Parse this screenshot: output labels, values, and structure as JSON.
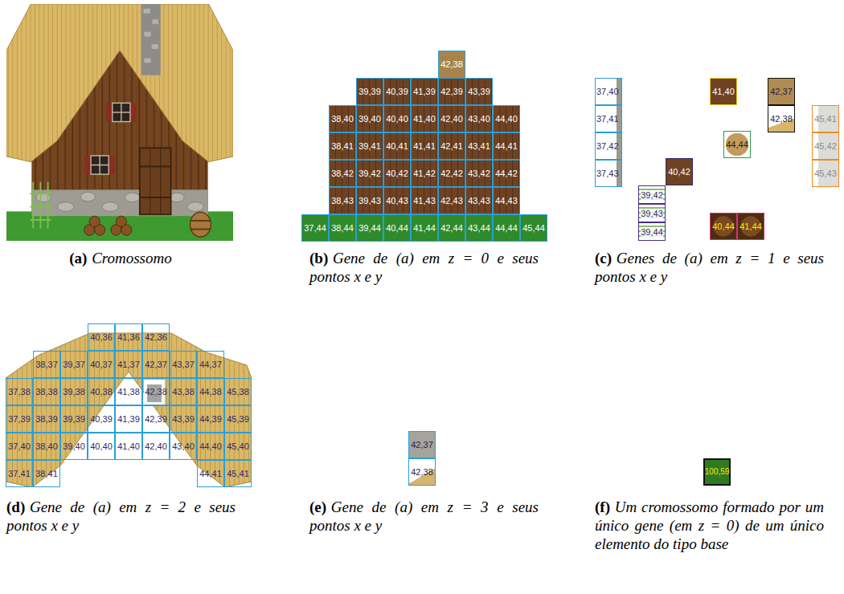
{
  "diagram": {
    "nodes": [
      {
        "text": [
          "42,38"
        ]
      },
      {
        "text": [
          "39,39"
        ]
      },
      {
        "text": [
          "40,39"
        ]
      },
      {
        "text": [
          "41,39"
        ]
      },
      {
        "text": [
          "42,39"
        ]
      },
      {
        "text": [
          "43,39"
        ]
      },
      {
        "text": [
          "38,40"
        ]
      },
      {
        "text": [
          "39,40"
        ]
      },
      {
        "text": [
          "40,40"
        ]
      },
      {
        "text": [
          "41,40"
        ]
      },
      {
        "text": [
          "42,40"
        ]
      },
      {
        "text": [
          "43,40"
        ]
      },
      {
        "text": [
          "44,40"
        ]
      },
      {
        "text": [
          "38,41"
        ]
      },
      {
        "text": [
          "39,41"
        ]
      },
      {
        "text": [
          "40,41"
        ]
      },
      {
        "text": [
          "41,41"
        ]
      },
      {
        "text": [
          "42,41"
        ]
      },
      {
        "text": [
          "43,41"
        ]
      },
      {
        "text": [
          "44,41"
        ]
      },
      {
        "text": [
          "38,42"
        ]
      },
      {
        "text": [
          "39,42"
        ]
      },
      {
        "text": [
          "40,42"
        ]
      },
      {
        "text": [
          "41,42"
        ]
      },
      {
        "text": [
          "42,42"
        ]
      },
      {
        "text": [
          "43,42"
        ]
      },
      {
        "text": [
          "44,42"
        ]
      },
      {
        "text": [
          "38,43"
        ]
      },
      {
        "text": [
          "39,43"
        ]
      },
      {
        "text": [
          "40,43"
        ]
      },
      {
        "text": [
          "41,43"
        ]
      },
      {
        "text": [
          "42,43"
        ]
      },
      {
        "text": [
          "43,43"
        ]
      },
      {
        "text": [
          "44,43"
        ]
      },
      {
        "text": [
          "37,44"
        ]
      },
      {
        "text": [
          "38,44"
        ]
      },
      {
        "text": [
          "39,44"
        ]
      },
      {
        "text": [
          "40,44"
        ]
      },
      {
        "text": [
          "41,44"
        ]
      },
      {
        "text": [
          "42,44"
        ]
      },
      {
        "text": [
          "43,44"
        ]
      },
      {
        "text": [
          "44,44"
        ]
      },
      {
        "text": [
          "45,44"
        ]
      },
      {
        "text": [
          "37,40"
        ]
      },
      {
        "text": [
          "37,41"
        ]
      },
      {
        "text": [
          "37,42"
        ]
      },
      {
        "text": [
          "37,43"
        ]
      },
      {
        "text": [
          "41,40"
        ]
      },
      {
        "text": [
          "42,37"
        ]
      },
      {
        "text": [
          "42,38"
        ]
      },
      {
        "text": [
          "44,44"
        ]
      },
      {
        "text": [
          "45,41"
        ]
      },
      {
        "text": [
          "45,42"
        ]
      },
      {
        "text": [
          "45,43"
        ]
      },
      {
        "text": [
          "40,42"
        ]
      },
      {
        "text": [
          "39,42"
        ]
      },
      {
        "text": [
          "39,43"
        ]
      },
      {
        "text": [
          "39,44"
        ]
      },
      {
        "text": [
          "40,44"
        ]
      },
      {
        "text": [
          "41,44"
        ]
      },
      {
        "text": [
          "40,36"
        ]
      },
      {
        "text": [
          "41,36"
        ]
      },
      {
        "text": [
          "42,36"
        ]
      },
      {
        "text": [
          "38,37"
        ]
      },
      {
        "text": [
          "39,37"
        ]
      },
      {
        "text": [
          "40,37"
        ]
      },
      {
        "text": [
          "41,37"
        ]
      },
      {
        "text": [
          "42,37"
        ]
      },
      {
        "text": [
          "43,37"
        ]
      },
      {
        "text": [
          "44,37"
        ]
      },
      {
        "text": [
          "37,38"
        ]
      },
      {
        "text": [
          "38,38"
        ]
      },
      {
        "text": [
          "39,38"
        ]
      },
      {
        "text": [
          "40,38"
        ]
      },
      {
        "text": [
          "41,38"
        ]
      },
      {
        "text": [
          "42,38"
        ]
      },
      {
        "text": [
          "43,38"
        ]
      },
      {
        "text": [
          "44,38"
        ]
      },
      {
        "text": [
          "45,38"
        ]
      },
      {
        "text": [
          "37,39"
        ]
      },
      {
        "text": [
          "38,39"
        ]
      },
      {
        "text": [
          "39,39"
        ]
      },
      {
        "text": [
          "40,39"
        ]
      },
      {
        "text": [
          "41,39"
        ]
      },
      {
        "text": [
          "42,39"
        ]
      },
      {
        "text": [
          "43,39"
        ]
      },
      {
        "text": [
          "44,39"
        ]
      },
      {
        "text": [
          "45,39"
        ]
      },
      {
        "text": [
          "37,40"
        ]
      },
      {
        "text": [
          "38,40"
        ]
      },
      {
        "text": [
          "39,40"
        ]
      },
      {
        "text": [
          "40,40"
        ]
      },
      {
        "text": [
          "41,40"
        ]
      },
      {
        "text": [
          "42,40"
        ]
      },
      {
        "text": [
          "43,40"
        ]
      },
      {
        "text": [
          "44,40"
        ]
      },
      {
        "text": [
          "45,40"
        ]
      },
      {
        "text": [
          "37,41"
        ]
      },
      {
        "text": [
          "38,41"
        ]
      },
      {
        "text": [
          "44,41"
        ]
      },
      {
        "text": [
          "45,41"
        ]
      },
      {
        "text": [
          "42,37"
        ]
      },
      {
        "text": [
          "42,38"
        ]
      },
      {
        "text": [
          "100,59"
        ]
      }
    ],
    "labels": [
      "(a)",
      "Cromossomo",
      "(b)",
      "Gene de (a) em z = 0 e seus pontos x e y",
      "(c)",
      "Genes de (a) em z = 1 e seus pontos x e y",
      "(d)",
      "Gene de (a) em z = 2 e seus pontos x e y",
      "(e)",
      "Gene de (a) em z = 3 e seus pontos x e y",
      "(f)",
      "Um cromossomo formado por um único gene (em z = 0) de um único elemento do tipo base"
    ]
  }
}
